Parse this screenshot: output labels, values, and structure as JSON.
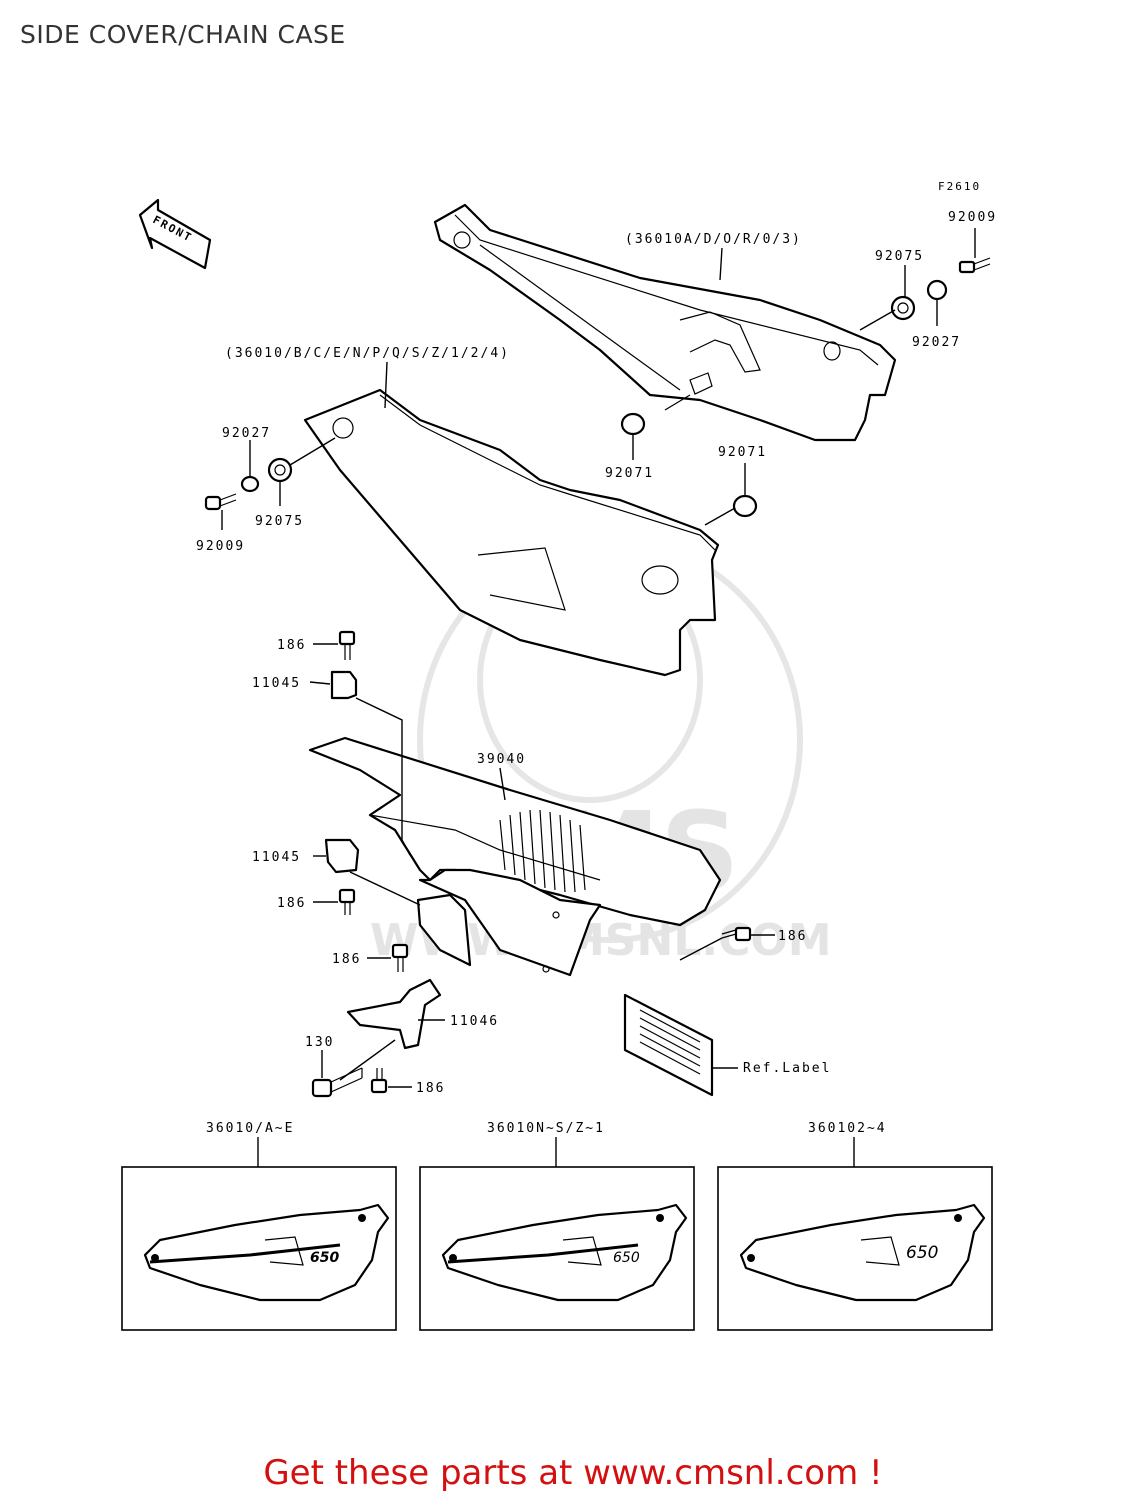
{
  "page": {
    "title": "SIDE COVER/CHAIN CASE",
    "figure_code": "F2610",
    "front_label": "FRONT",
    "footer": "Get these parts at www.cmsnl.com !"
  },
  "watermark": {
    "text": "CMS",
    "url": "WWW.CMSNL.COM"
  },
  "callouts": [
    {
      "id": "rh-cover",
      "text": "(36010A/D/O/R/0/3)"
    },
    {
      "id": "lh-cover",
      "text": "(36010/B/C/E/N/P/Q/S/Z/1/2/4)"
    },
    {
      "id": "bolt-top-r",
      "text": "92009"
    },
    {
      "id": "grommet-top-r",
      "text": "92075"
    },
    {
      "id": "collar-top-r",
      "text": "92027"
    },
    {
      "id": "grommet-mid-r",
      "text": "92071"
    },
    {
      "id": "grommet-mid-r2",
      "text": "92071"
    },
    {
      "id": "collar-l",
      "text": "92027"
    },
    {
      "id": "grommet-l",
      "text": "92075"
    },
    {
      "id": "bolt-l",
      "text": "92009"
    },
    {
      "id": "bolt-186-a",
      "text": "186"
    },
    {
      "id": "clamp-a",
      "text": "11045"
    },
    {
      "id": "chain-case",
      "text": "39040"
    },
    {
      "id": "clamp-b",
      "text": "11045"
    },
    {
      "id": "bolt-186-b",
      "text": "186"
    },
    {
      "id": "bolt-186-c",
      "text": "186"
    },
    {
      "id": "bolt-186-d",
      "text": "186"
    },
    {
      "id": "bracket",
      "text": "11046"
    },
    {
      "id": "bolt-130",
      "text": "130"
    },
    {
      "id": "bolt-186-e",
      "text": "186"
    },
    {
      "id": "ref-label",
      "text": "Ref.Label"
    }
  ],
  "variants": [
    {
      "label": "36010/A~E",
      "logo": "650"
    },
    {
      "label": "36010N~S/Z~1",
      "logo": "650"
    },
    {
      "label": "360102~4",
      "logo": "650"
    }
  ]
}
